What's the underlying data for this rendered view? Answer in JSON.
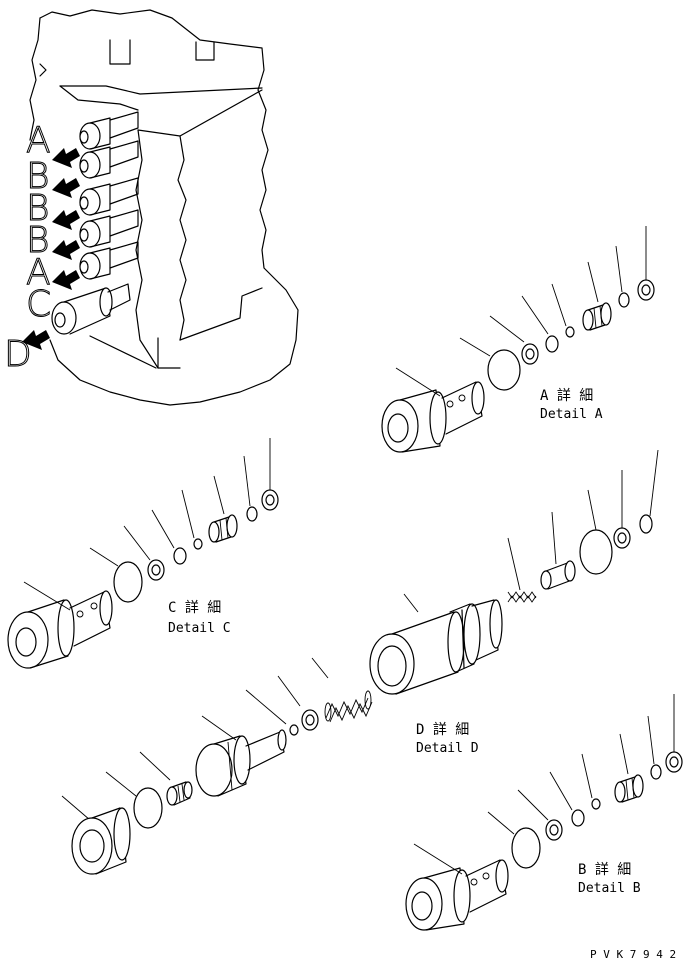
{
  "side_letters": [
    "A",
    "B",
    "B",
    "B",
    "A",
    "C",
    "D"
  ],
  "details": {
    "a": {
      "jp": "A 詳 細",
      "en": "Detail A"
    },
    "c": {
      "jp": "C 詳 細",
      "en": "Detail C"
    },
    "d": {
      "jp": "D 詳 細",
      "en": "Detail D"
    },
    "b": {
      "jp": "B 詳 細",
      "en": "Detail B"
    }
  },
  "drawing_code": "P V K 7 9 4 2"
}
